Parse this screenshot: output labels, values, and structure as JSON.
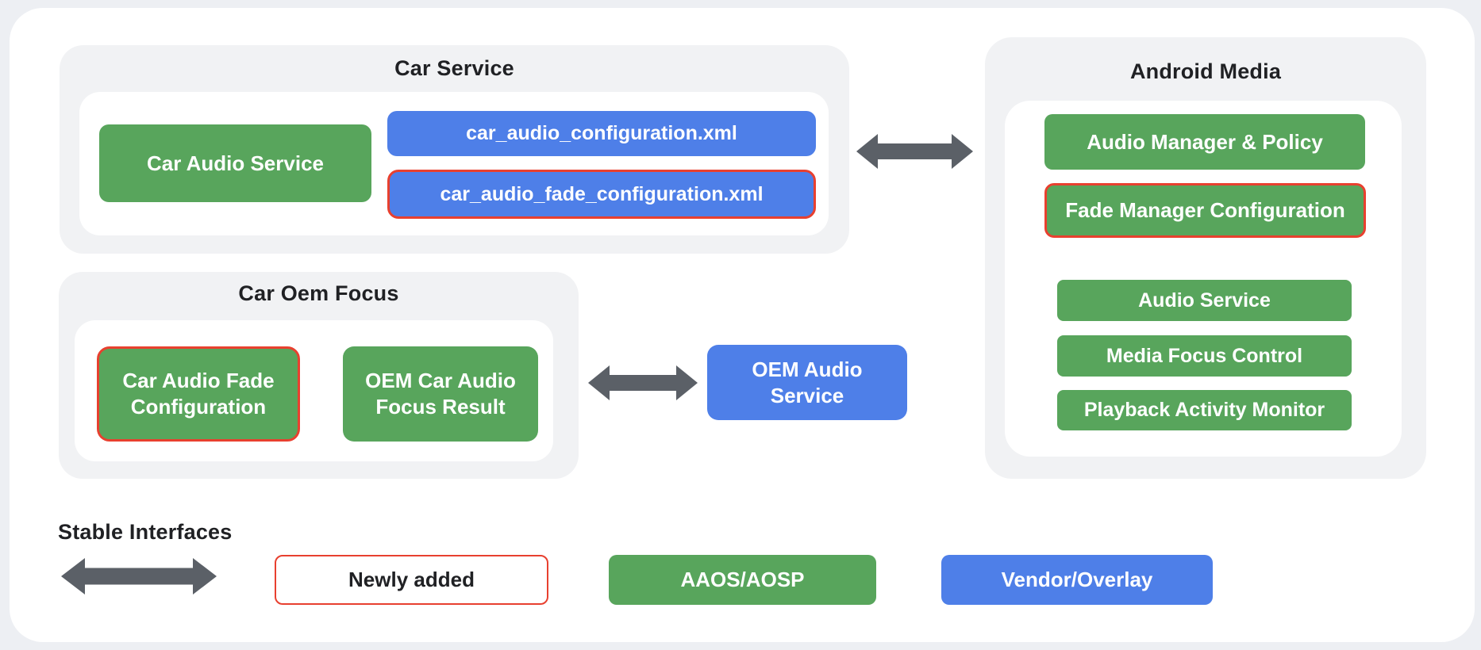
{
  "colors": {
    "page_bg": "#EDEFF3",
    "card_bg": "#FFFFFF",
    "container_bg": "#F1F2F4",
    "green": "#58A55C",
    "blue": "#4E7FE8",
    "red": "#E8402F",
    "arrow": "#5B6067",
    "text_dark": "#202124",
    "text_light": "#FFFFFF"
  },
  "groups": {
    "car_service": {
      "title": "Car Service",
      "car_audio_service": "Car Audio Service",
      "config_xml": "car_audio_configuration.xml",
      "fade_config_xml": "car_audio_fade_configuration.xml"
    },
    "android_media": {
      "title": "Android Media",
      "items": [
        "Audio Manager & Policy",
        "Fade Manager Configuration",
        "Audio Service",
        "Media Focus Control",
        "Playback Activity Monitor"
      ]
    },
    "car_oem_focus": {
      "title": "Car Oem Focus",
      "fade_configuration": "Car Audio Fade Configuration",
      "focus_result": "OEM Car Audio Focus Result"
    },
    "oem_audio_service": "OEM Audio Service"
  },
  "legend": {
    "stable_interfaces": "Stable Interfaces",
    "newly_added": "Newly added",
    "aaos_aosp": "AAOS/AOSP",
    "vendor_overlay": "Vendor/Overlay"
  },
  "icons": {
    "bidirectional_arrow": "double-headed horizontal arrow"
  }
}
